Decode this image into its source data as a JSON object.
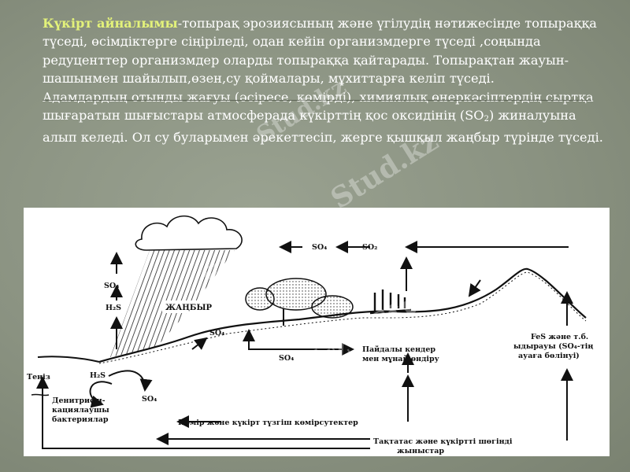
{
  "intro": {
    "highlight": "Күкірт айналымы",
    "para1_rest": "-топырақ  эрозиясының  және үгілудің нәтижесінде топыраққа түседі, өсімдіктерге сіңіріледі, одан кейін организмдерге түседі ,соңында редуценттер организмдер оларды топыраққа қайтарады. Топырақтан жауын-шашынмен шайылып,өзен,су қоймалары, мұхиттарға келіп түседі.",
    "para2_start": "Адамдардың отынды жағуы (әсіресе, көмірді), химиялық өнеркәсіптердің сыртқа шығаратын шығыстары атмосферада күкірттің қос оксидінің (SO",
    "para2_sub": "2",
    "para2_end": ") жиналуына алып келеді. Ол су буларымен әрекеттесіп, жерге қышқыл жаңбыр түрінде түседі."
  },
  "diagram": {
    "labels": {
      "so4_top_left": "SO₄",
      "h2s_left": "H₂S",
      "rain": "ЖАҢБЫР",
      "so4_top_mid": "SO₄",
      "so2_top": "SO₂",
      "so4_slope": "SO₄",
      "so4_center": "SO₄",
      "minerals_line1": "Пайдалы кендер",
      "minerals_line2": "мен мұнай өндіру",
      "fes_line1": "FeS және т.б.",
      "fes_line2": "ыдырауы (SO₄-тің",
      "fes_line3": "ауаға бөлінуі)",
      "sea": "Теңіз",
      "h2s_bottom": "H₂S",
      "denitr_line1": "Денитрифи-",
      "denitr_line2": "кациялаушы",
      "denitr_line3": "бактериялар",
      "so4_bottom": "SO₄",
      "coal": "Көмір және күкірт түзгіш көмірсутектер",
      "sed_line1": "Тақтатас және күкіртті шөгінді",
      "sed_line2": "жыныстар"
    }
  },
  "watermarks": [
    "Stud.kz - Stud.kz",
    "Stud.kz - Stud.kz",
    "Stud.kz"
  ]
}
